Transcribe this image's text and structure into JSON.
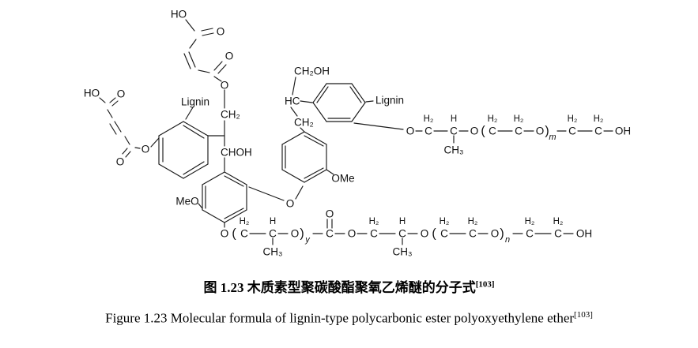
{
  "figure": {
    "caption_zh": "图 1.23  木质素型聚碳酸酯聚氧乙烯醚的分子式",
    "caption_zh_ref": "[103]",
    "caption_en": "Figure 1.23 Molecular formula of lignin-type polycarbonic ester polyoxyethylene ether",
    "caption_en_ref": "[103]"
  },
  "molecule": {
    "name": "lignin-type polycarbonic ester polyoxyethylene ether",
    "visible_substituents": [
      "Lignin",
      "Lignin",
      "OMe",
      "MeO",
      "CH2OH",
      "CHOH"
    ],
    "repeat_unit_subscripts": [
      "m",
      "y",
      "n"
    ],
    "side_chain_top": "O-CH2-CH(CH3)-O-(CH2-CH2-O)m-CH2-CH2-OH",
    "side_chain_bottom": "O-(CH2-CH(CH3)-O)y-C(=O)-O-CH2-CH(CH3)-O-(CH2-CH2-O)n-CH2-CH2-OH",
    "ester_end_groups": "HO-C(=O)-CH=CH-C(=O)-O- (two unsaturated diacid half-esters)"
  },
  "labels": {
    "ho": "HO",
    "oh": "OH",
    "o": "O",
    "c": "C",
    "h": "H",
    "h2": "H₂",
    "ch2": "CH₂",
    "ch2oh": "CH₂OH",
    "choh": "CHOH",
    "hc": "HC",
    "ch3": "CH₃",
    "ome": "OMe",
    "meo": "MeO",
    "lignin": "Lignin",
    "sub_m": "m",
    "sub_n": "n",
    "sub_y": "y",
    "paren_open": "(",
    "paren_close": ")"
  }
}
